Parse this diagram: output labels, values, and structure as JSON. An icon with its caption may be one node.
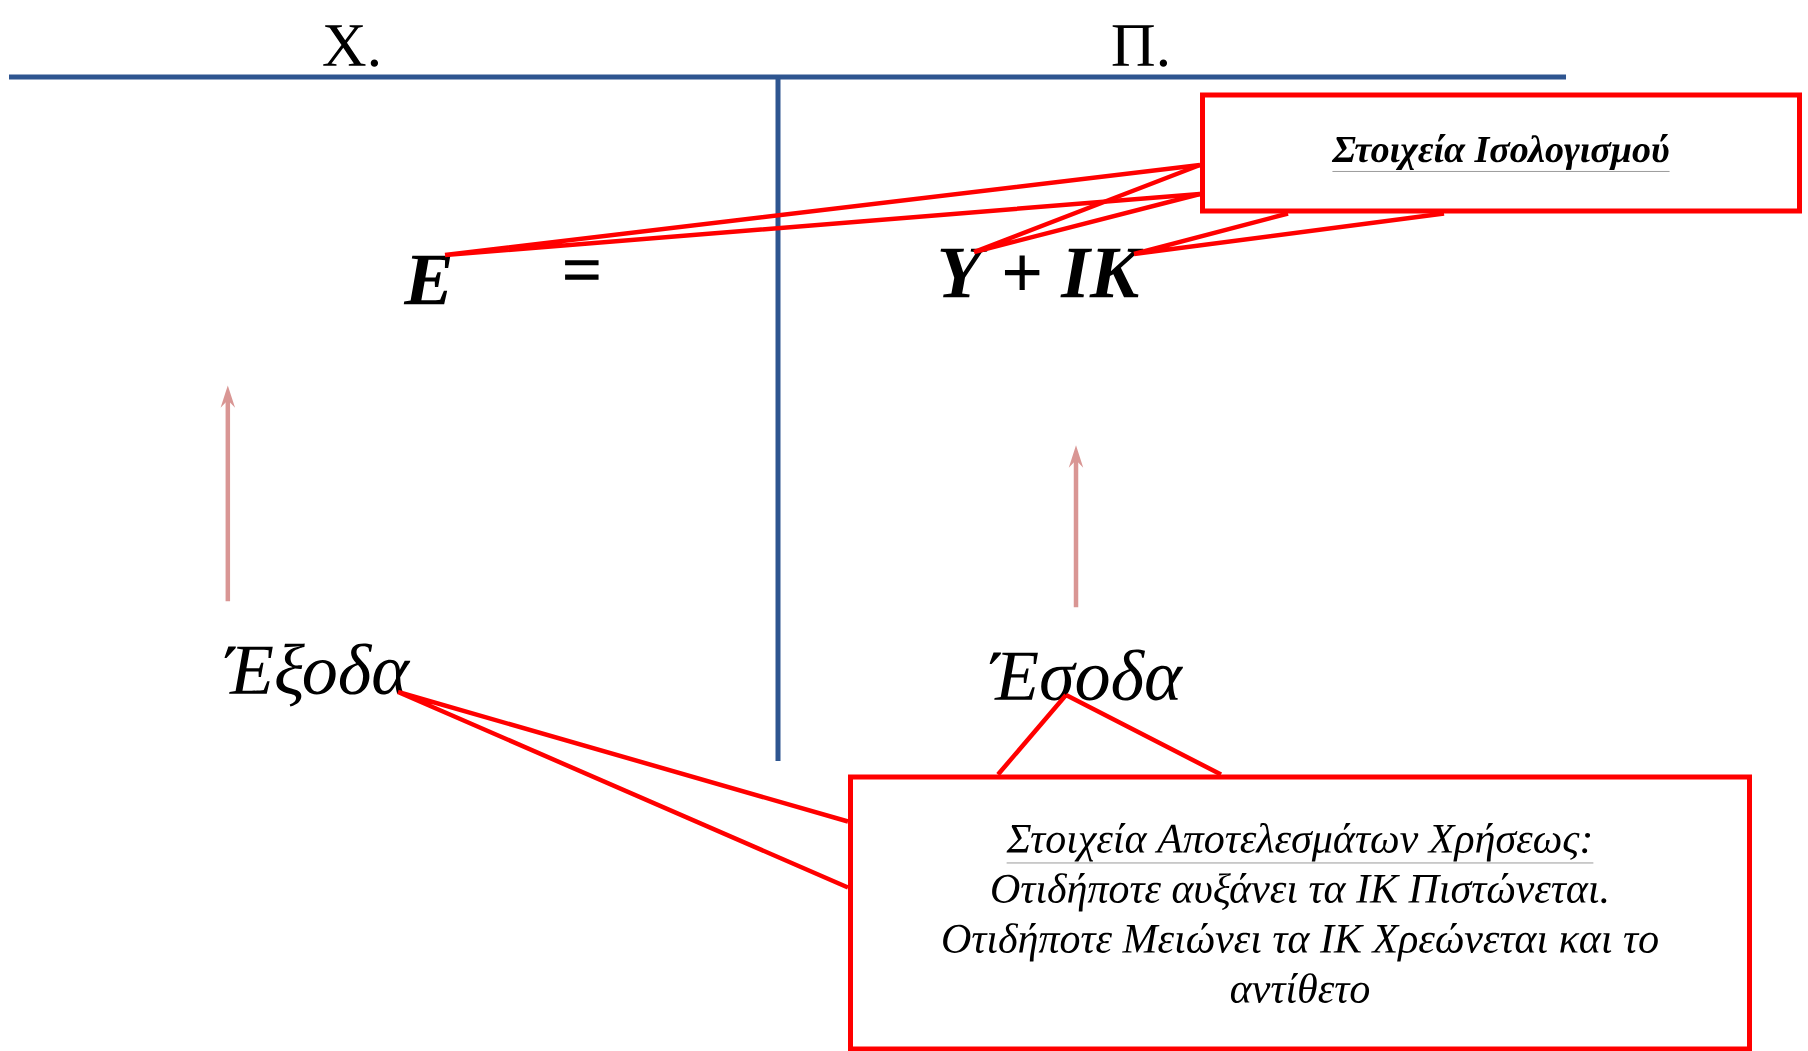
{
  "diagram": {
    "nodes": [
      {
        "text": [
          "Στοιχεία Ισολογισμού"
        ]
      },
      {
        "text": [
          "Ε"
        ]
      },
      {
        "text": [
          "Υ + ΙΚ"
        ]
      },
      {
        "text": [
          "Έξοδα"
        ]
      },
      {
        "text": [
          "Έσοδα"
        ]
      },
      {
        "text": [
          "Στοιχεία Αποτελεσμάτων Χρήσεως:",
          "Οτιδήποτε αυξάνει τα ΙΚ Πιστώνεται. Οτιδήποτε Μειώνει τα ΙΚ Χρεώνεται και το αντίθετο"
        ]
      }
    ],
    "edges": [
      {
        "from": 0,
        "to": 1,
        "arrow": "none"
      },
      {
        "from": 0,
        "to": 2,
        "arrow": "none"
      },
      {
        "from": 0,
        "to": 2,
        "arrow": "none"
      },
      {
        "from": 3,
        "to": null,
        "arrow": "to",
        "color": "#d99694"
      },
      {
        "from": 4,
        "to": null,
        "arrow": "to",
        "color": "#d99694"
      },
      {
        "from": 5,
        "to": 3,
        "arrow": "none"
      },
      {
        "from": 5,
        "to": 4,
        "arrow": "none"
      }
    ],
    "labels": [
      "Χ.",
      "Π.",
      "="
    ]
  }
}
